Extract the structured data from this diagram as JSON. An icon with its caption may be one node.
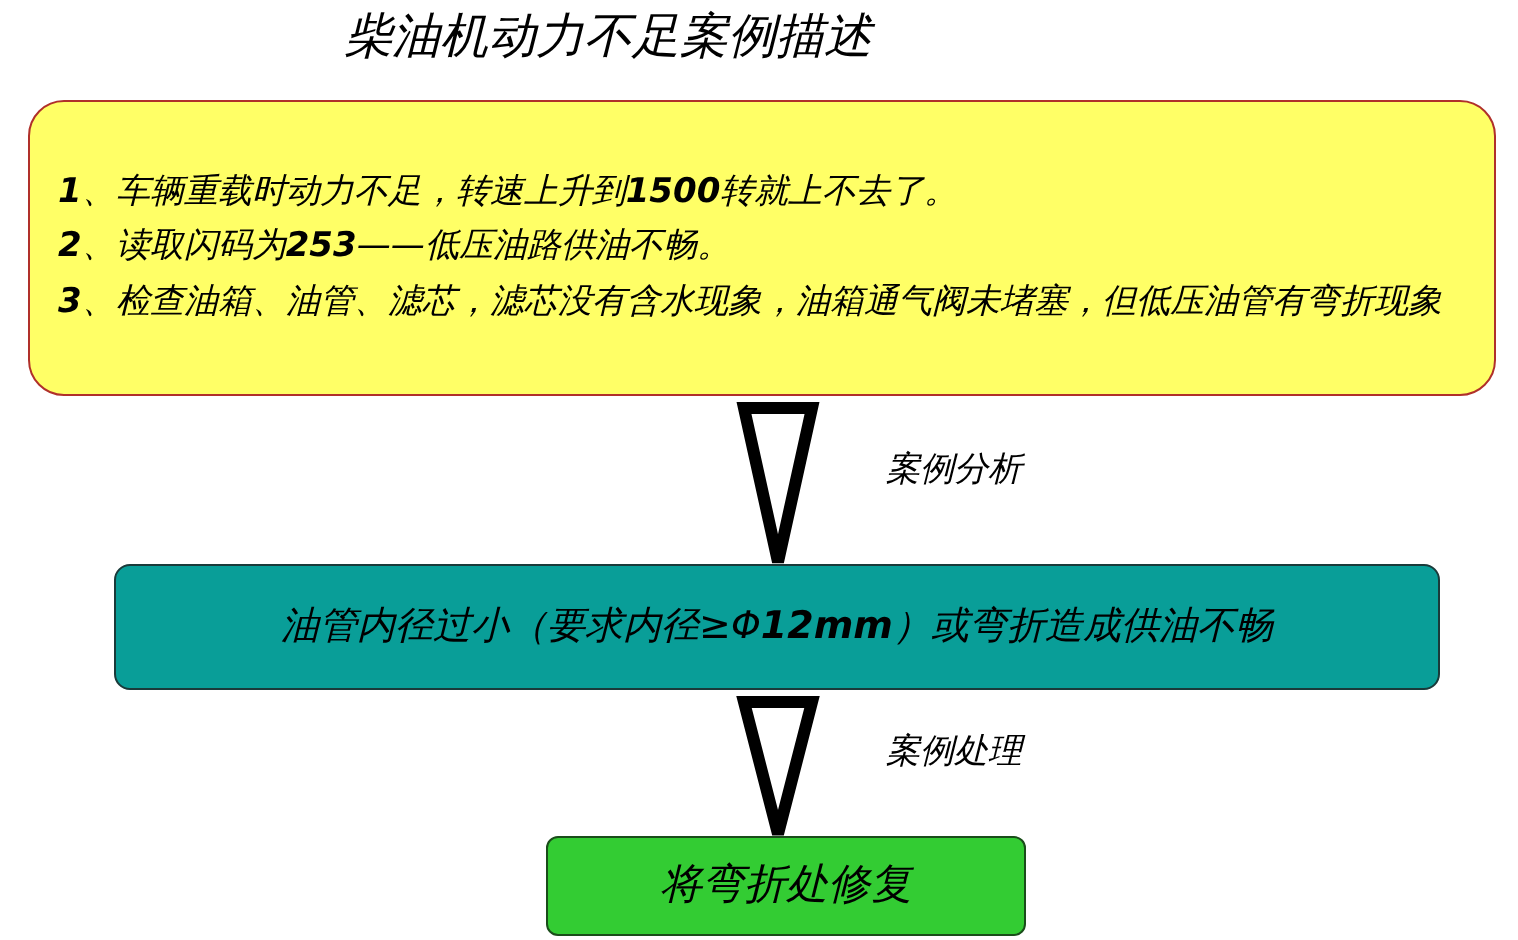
{
  "diagram": {
    "title": "柴油机动力不足案例描述",
    "nodes": [
      {
        "text": [
          "**1**、车辆重载时动力不足，转速上升到**1500**转就上不去了。",
          "**2**、读取闪码为**253**——低压油路供油不畅。",
          "**3**、检查油箱、油管、滤芯，滤芯没有含水现象，油箱通气阀未堵塞，但低压油管有弯折现象"
        ]
      },
      {
        "text": [
          "油管内径过小（要求内径≥Φ**12mm**）或弯折造成供油不畅"
        ]
      },
      {
        "text": [
          "将弯折处修复"
        ]
      }
    ],
    "edges": [
      {
        "from": 0,
        "to": 1,
        "arrow": "to",
        "label": "案例分析"
      },
      {
        "from": 1,
        "to": 2,
        "arrow": "to",
        "label": "案例处理"
      }
    ]
  }
}
